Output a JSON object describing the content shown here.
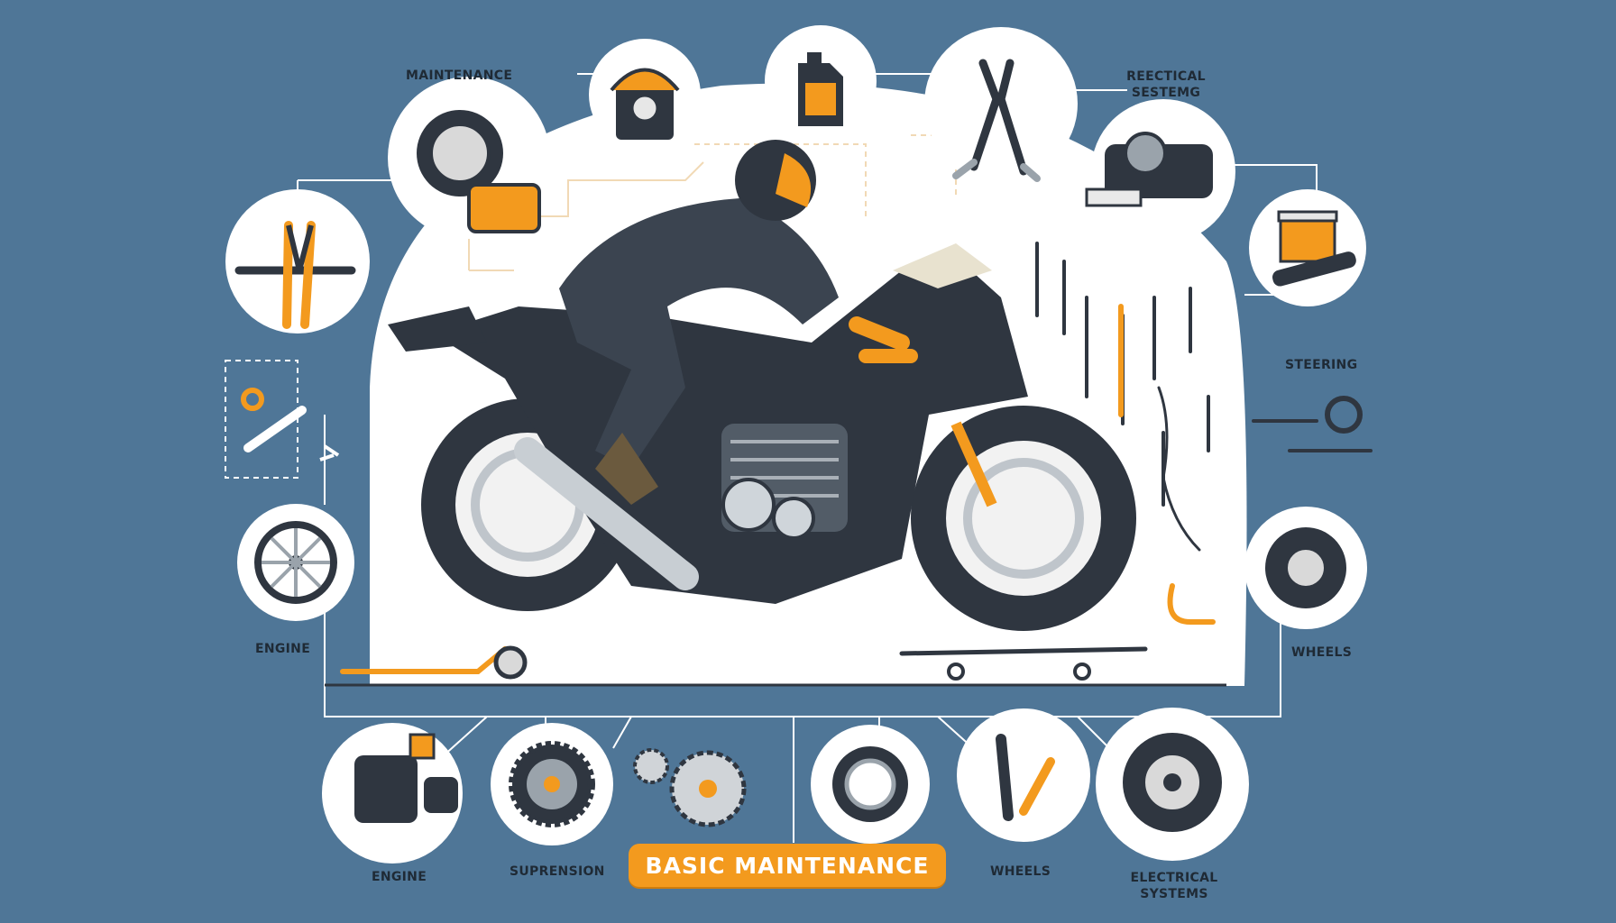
{
  "labels": {
    "maintenance_top": "MAINTENANCE",
    "electrical_top": "REECTICAL SESTEMG",
    "steering": "STEERING",
    "wheels_right": "WHEELS",
    "engine_left": "ENGINE",
    "engine_bottom": "ENGINE",
    "suspension_bottom": "SUPRENSION",
    "wheels_bottom": "WHEELS",
    "electrical_bottom_line1": "ELECTRICAL",
    "electrical_bottom_line2": "SYSTEMS"
  },
  "badge": {
    "text": "BASIC MAINTENANCE"
  },
  "colors": {
    "background": "#4f7697",
    "panel": "#ffffff",
    "accent": "#f39a1e",
    "ink": "#1f2a35",
    "bike_body": "#2f3640"
  },
  "icons": [
    "gauge-icon",
    "oil-bottle-icon",
    "pliers-icon",
    "brake-caliper-icon",
    "grease-tub-icon",
    "wrench-pliers-icon",
    "gear-wrench-icon",
    "wheel-icon",
    "tire-icon",
    "engine-part-icon",
    "sprocket-icon",
    "gears-icon",
    "bearing-icon",
    "wrench-spark-icon",
    "electrical-wheel-icon",
    "motorcycle-icon"
  ]
}
